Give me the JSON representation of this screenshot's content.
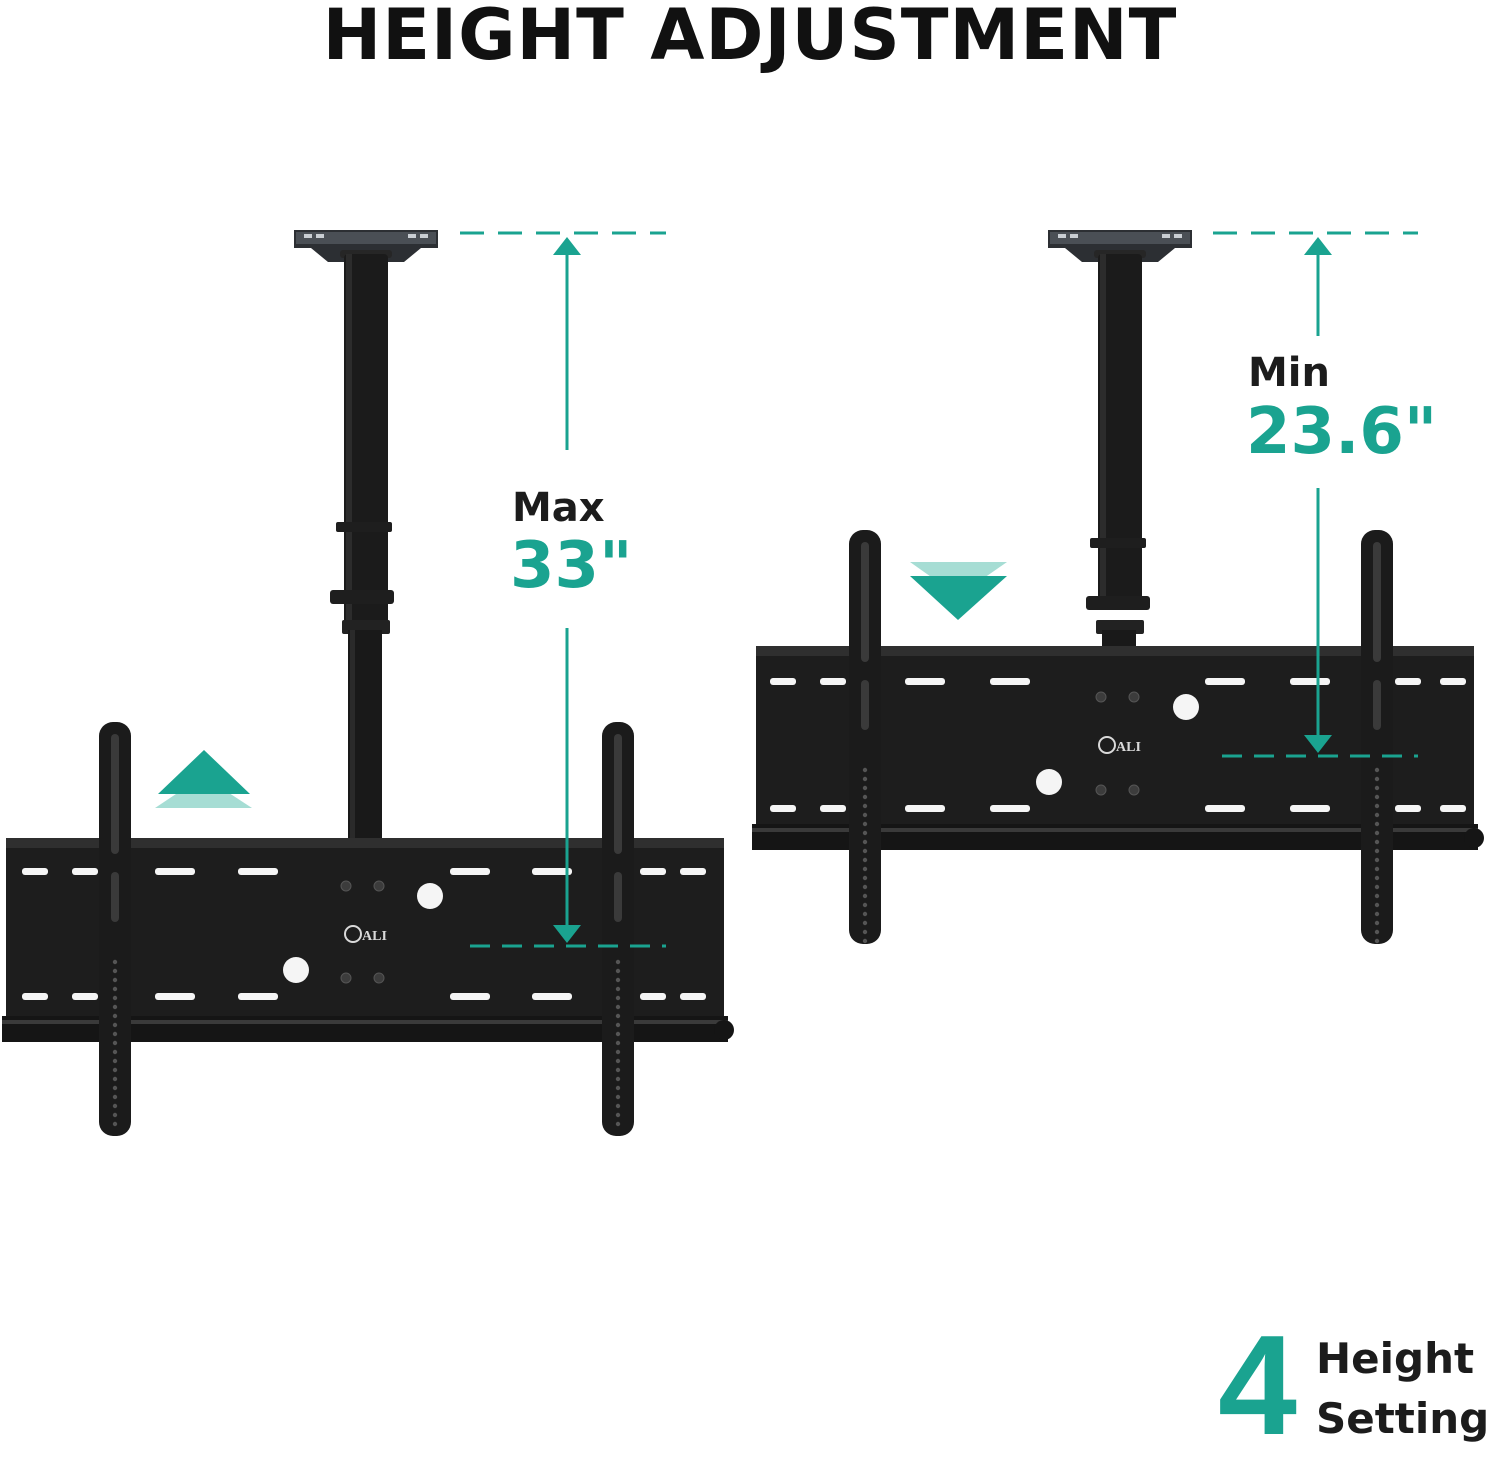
{
  "title": "HEIGHT ADJUSTMENT",
  "max_label": "Max",
  "max_value": "33\"",
  "min_label": "Min",
  "min_value": "23.6\"",
  "brand_mark": "ALI",
  "settings_count": "4",
  "settings_line1": "Height",
  "settings_line2": "Setting",
  "colors": {
    "accent": "#1aa390",
    "accent_light": "#a6ddd4",
    "mount_black": "#1b1b1b",
    "text_dark": "#111111"
  },
  "icons": {
    "raise": "up-arrow-icon",
    "lower": "down-arrow-icon"
  }
}
